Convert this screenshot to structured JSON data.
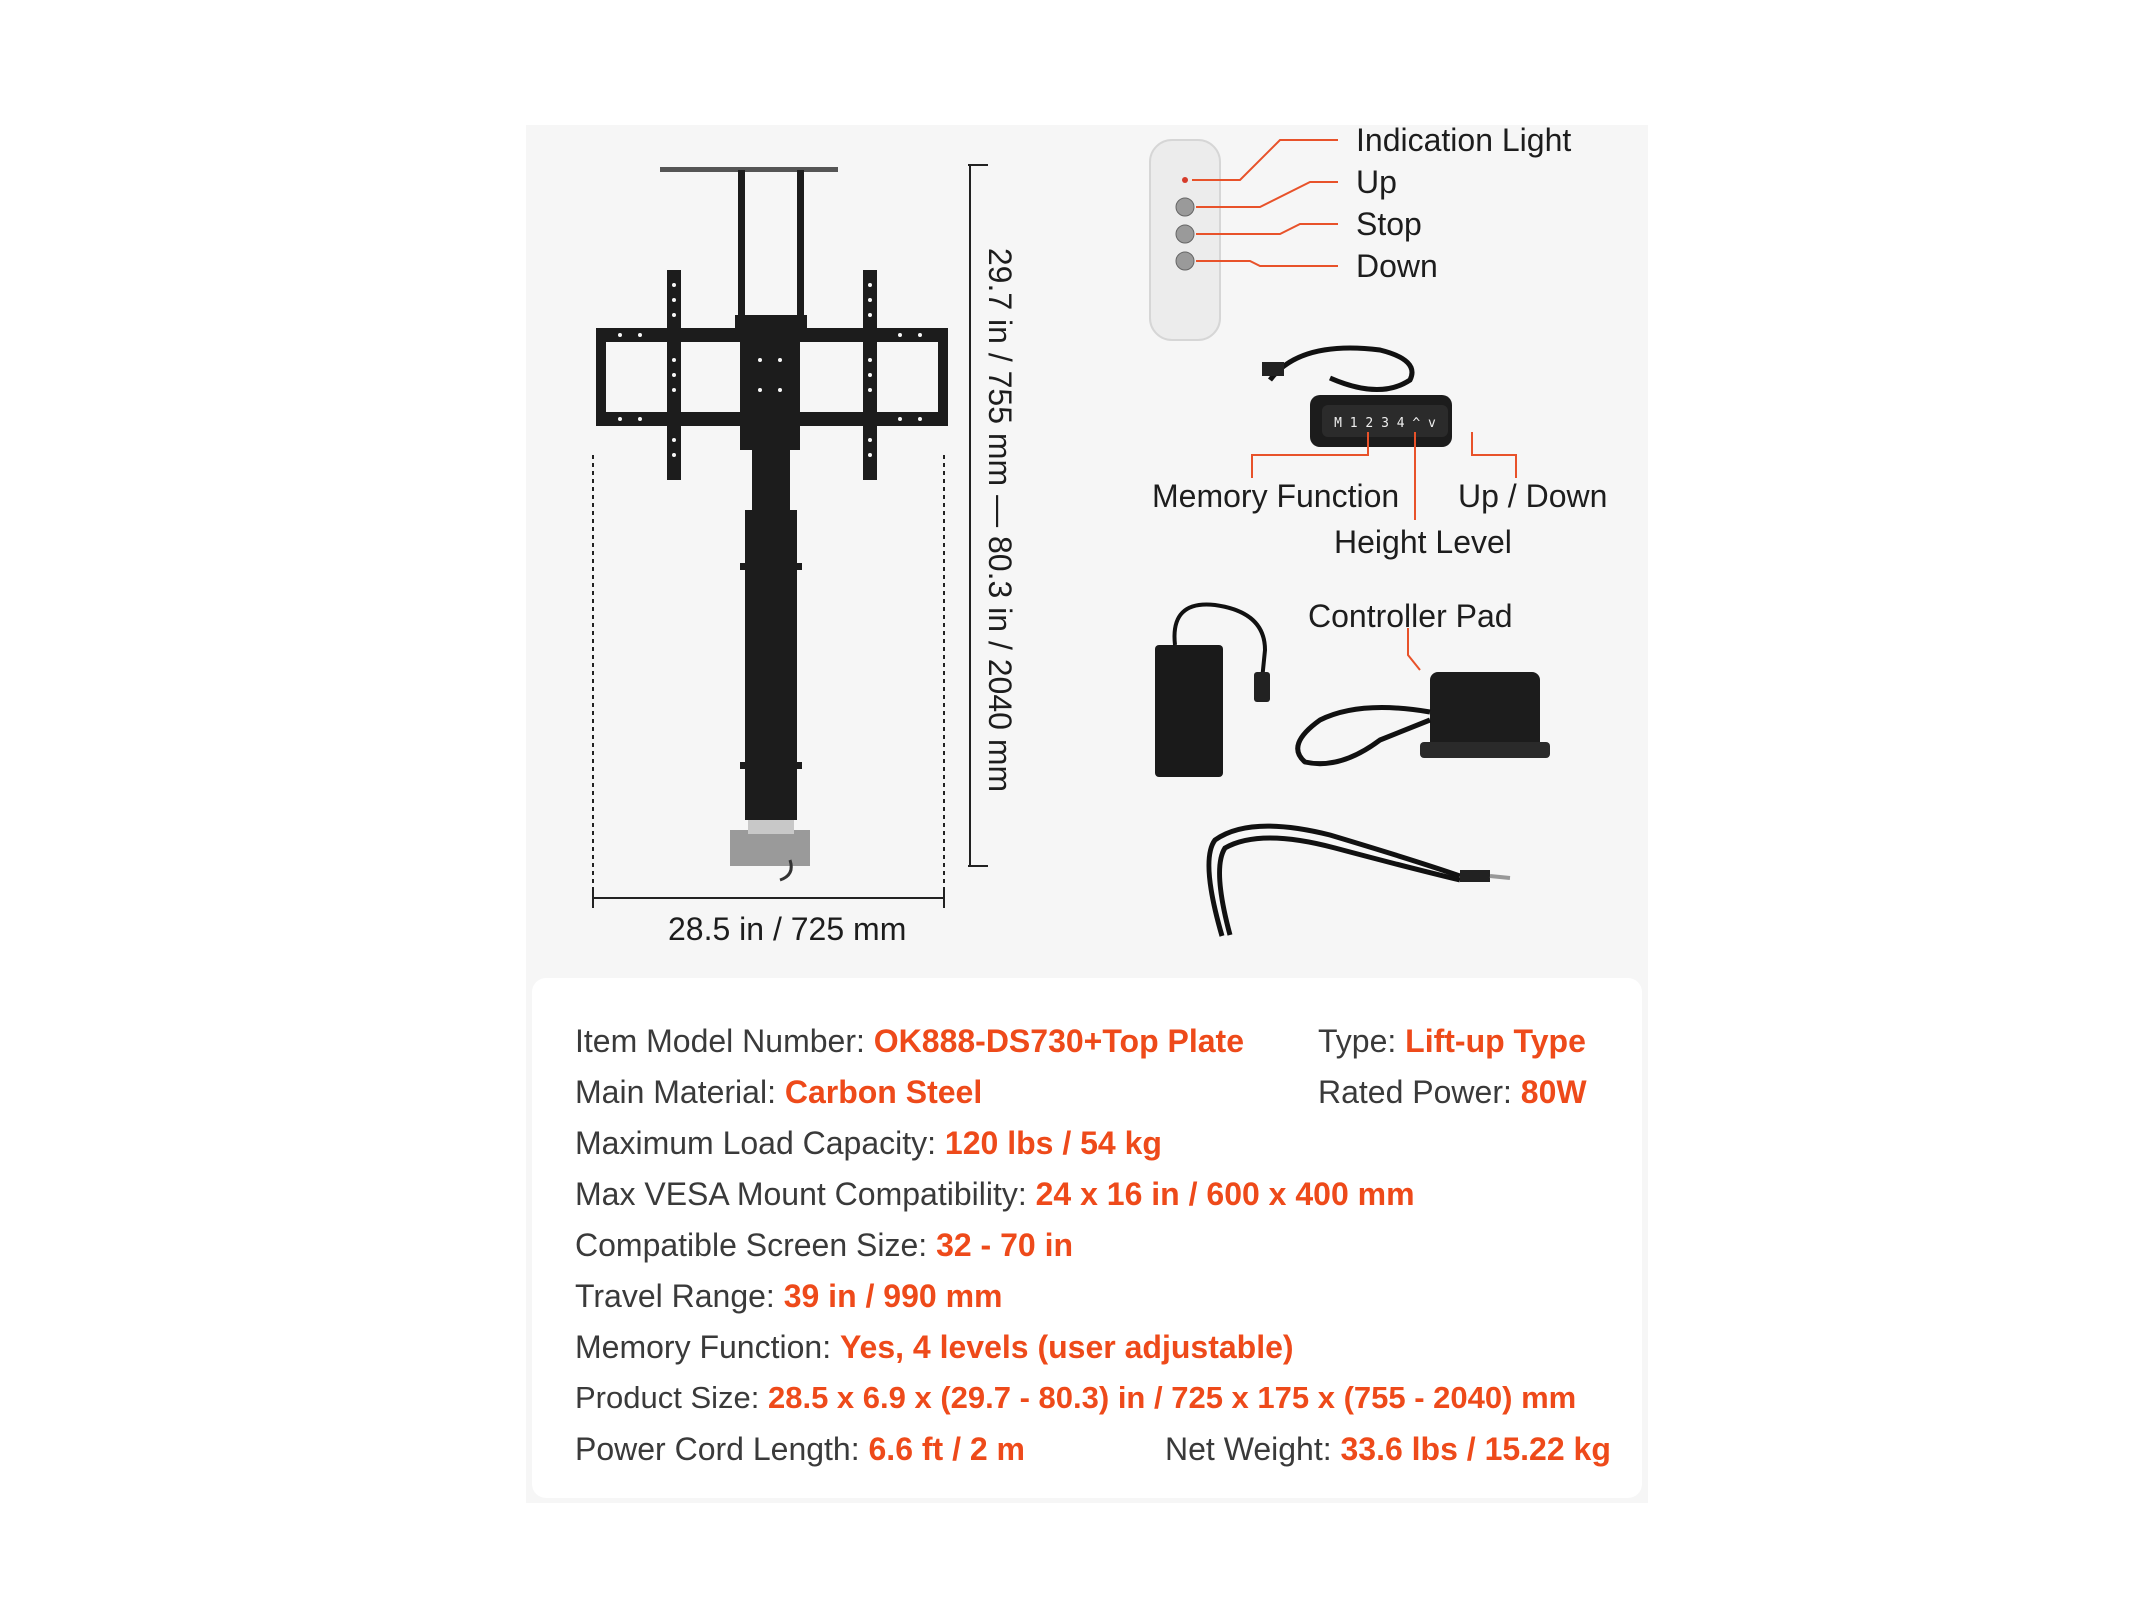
{
  "colors": {
    "accent": "#ee4a1a",
    "callout_line": "#e8522a",
    "panel": "#f6f6f6",
    "product": "#1c1c1c"
  },
  "dimensions": {
    "width": "28.5 in / 725 mm",
    "height": "29.7 in / 755 mm  —  80.3 in / 2040 mm"
  },
  "remote_labels": {
    "indication_light": "Indication Light",
    "up": "Up",
    "stop": "Stop",
    "down": "Down"
  },
  "keypad": {
    "keys": "M 1 2 3 4 ^ v",
    "memory_function": "Memory Function",
    "up_down": "Up / Down",
    "height_level": "Height Level"
  },
  "controller_pad": "Controller Pad",
  "specs": [
    {
      "key": "Item Model Number: ",
      "value": "OK888-DS730+Top Plate"
    },
    {
      "key": "Type: ",
      "value": "Lift-up Type"
    },
    {
      "key": "Main Material: ",
      "value": "Carbon Steel"
    },
    {
      "key": "Rated Power: ",
      "value": "80W"
    },
    {
      "key": "Maximum Load Capacity: ",
      "value": "120 lbs / 54 kg"
    },
    {
      "key": "Max VESA Mount Compatibility: ",
      "value": "24 x 16 in / 600 x 400 mm"
    },
    {
      "key": "Compatible Screen Size: ",
      "value": "32 - 70 in"
    },
    {
      "key": "Travel Range: ",
      "value": "39 in / 990 mm"
    },
    {
      "key": "Memory Function: ",
      "value": "Yes, 4 levels (user adjustable)"
    },
    {
      "key": "Product Size: ",
      "value": "28.5 x 6.9 x (29.7 - 80.3) in / 725 x 175 x (755 - 2040) mm"
    },
    {
      "key": "Power Cord Length: ",
      "value": "6.6 ft / 2 m"
    },
    {
      "key": "Net Weight: ",
      "value": "33.6 lbs / 15.22 kg"
    }
  ]
}
